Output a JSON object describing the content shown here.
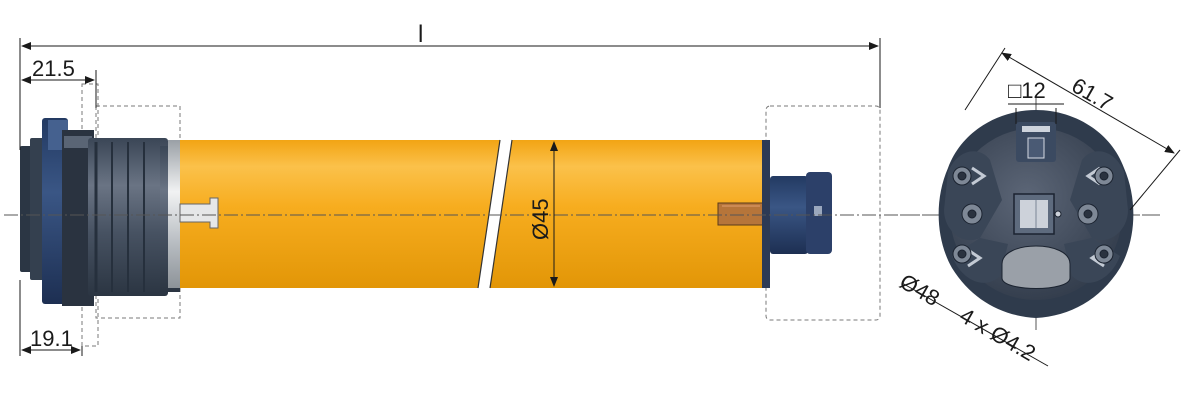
{
  "dimensions": {
    "overall_length": "l",
    "head_offset": "21.5",
    "flange_offset": "19.1",
    "tube_diameter": "Ø45",
    "square_drive": "□12",
    "flange_width": "61.7",
    "bolt_circle": "Ø48",
    "holes": "4 x Ø4.2"
  },
  "colors": {
    "tube": "#f7ac1c",
    "tube_dark": "#e79a08",
    "tube_light": "#fbc44e",
    "head_dark": "#34404f",
    "head_mid": "#4b5666",
    "head_light": "#6b7585",
    "collar_blue": "#1e3f7a",
    "steel": "#c9ccd0"
  }
}
